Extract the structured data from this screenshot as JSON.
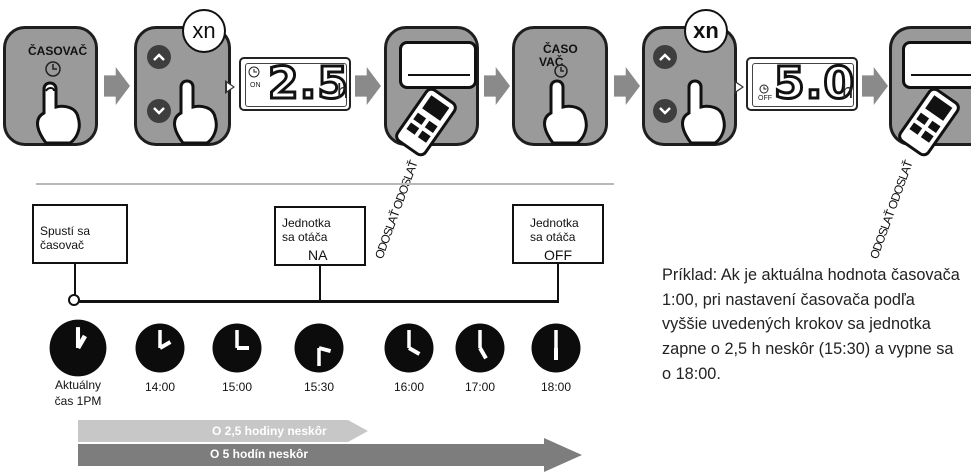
{
  "steps": {
    "timer_label_1": "ČASOVAČ",
    "timer_label_2_line1": "ČASO",
    "timer_label_2_line2": "VAČ",
    "repeat_badge_1": "xn",
    "repeat_badge_2": "xn",
    "display_on": {
      "value": "2.5",
      "unit": "h",
      "indicator": "ON"
    },
    "display_off": {
      "value": "5.0",
      "unit": "h",
      "indicator": "OFF"
    },
    "garbled_text_1": "ODOSLAŤ ODOSLAŤ",
    "garbled_text_2": "ODOSLAŤ ODOSLAŤ"
  },
  "timeline": {
    "events": [
      {
        "line1": "Spustí sa",
        "line2": "časovač",
        "line3": ""
      },
      {
        "line1": "Jednotka",
        "line2": "sa otáča",
        "line3": "NA"
      },
      {
        "line1": "Jednotka",
        "line2": "sa otáča",
        "line3": "OFF"
      }
    ],
    "clocks": [
      {
        "label": "Aktuálny čas 1PM",
        "label_line1": "Aktuálny",
        "label_line2": "čas 1PM",
        "hour": 1,
        "minute": 0
      },
      {
        "label": "14:00",
        "hour": 2,
        "minute": 0
      },
      {
        "label": "15:00",
        "hour": 3,
        "minute": 0
      },
      {
        "label": "15:30",
        "hour": 3,
        "minute": 30
      },
      {
        "label": "16:00",
        "hour": 4,
        "minute": 0
      },
      {
        "label": "17:00",
        "hour": 5,
        "minute": 0
      },
      {
        "label": "18:00",
        "hour": 6,
        "minute": 0
      }
    ],
    "bars": [
      {
        "label": "O 2,5 hodiny neskôr",
        "color": "#c7c7c7"
      },
      {
        "label": "O 5 hodín neskôr",
        "color": "#7d7d7d"
      }
    ]
  },
  "example_note": "Príklad: Ak je aktuálna hodnota časovača 1:00, pri nastavení časovača podľa vyššie uvedených krokov sa jednotka zapne o 2,5 h neskôr (15:30) a vypne sa o 18:00.",
  "colors": {
    "panel": "#9a9a9a",
    "arrow": "#8a8a8a",
    "clock": "#0c0c0c"
  }
}
